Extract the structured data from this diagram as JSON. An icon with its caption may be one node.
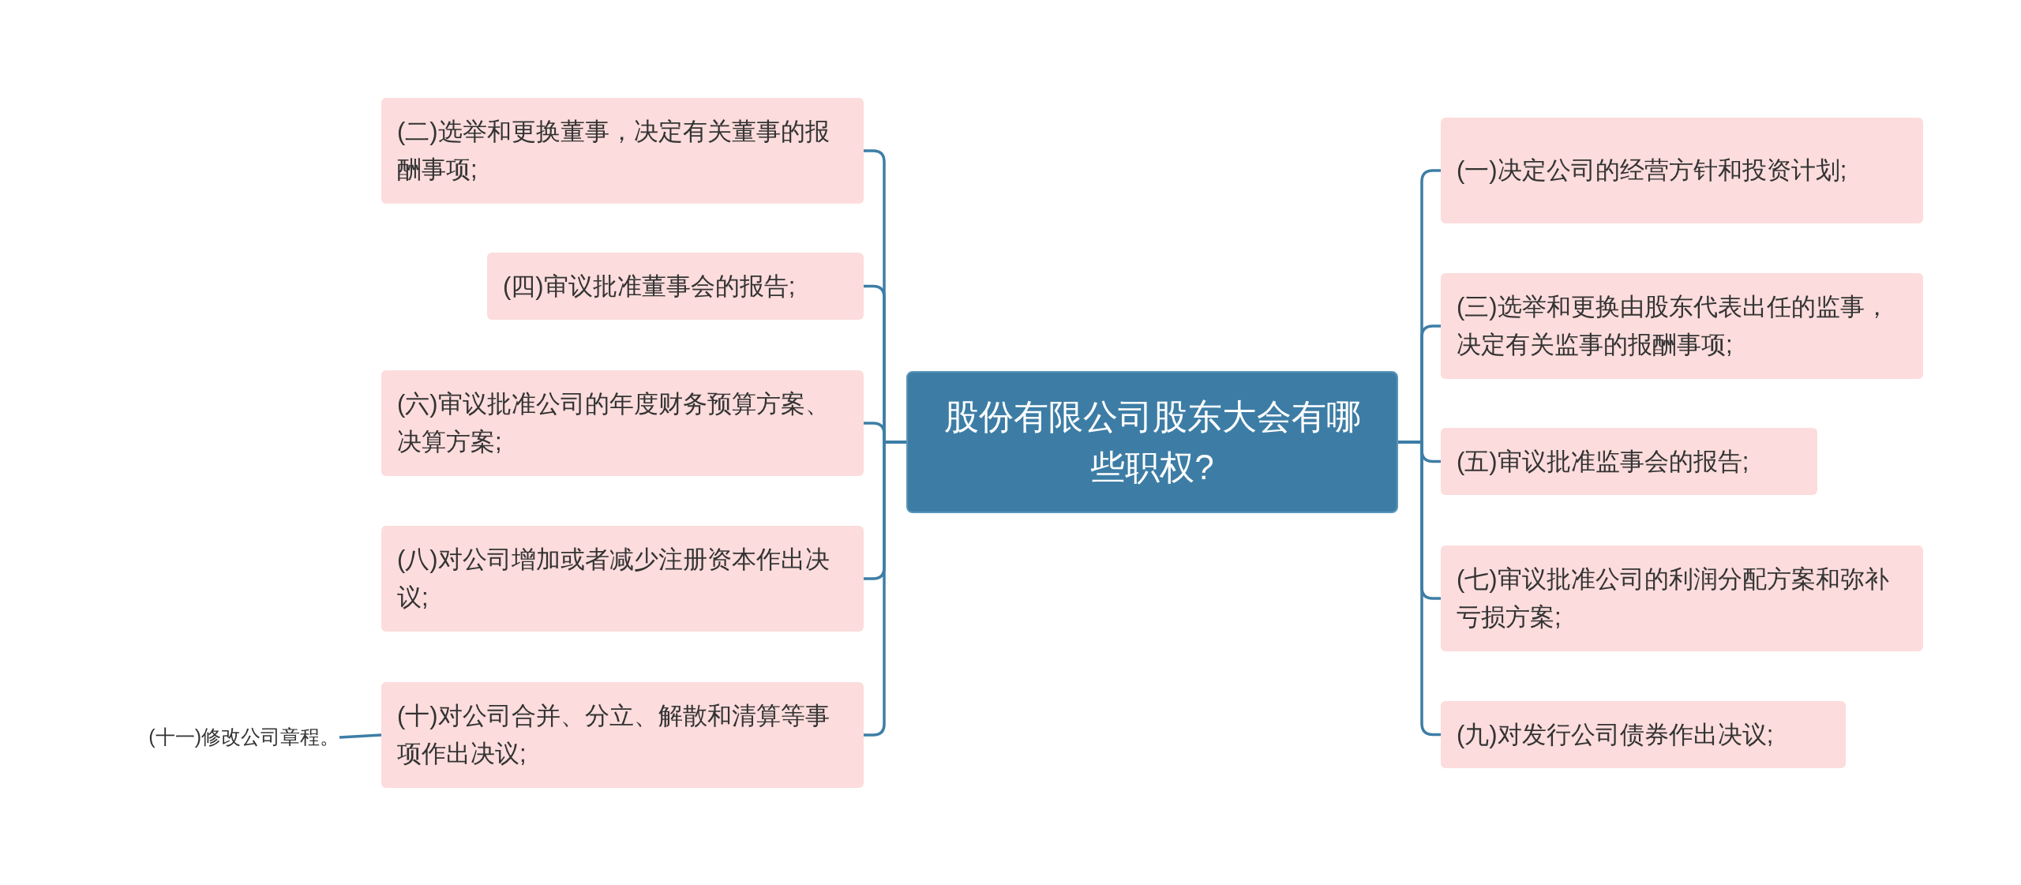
{
  "diagram": {
    "nodes": [
      {
        "text": [
          "股份有限公司股东大会有哪些职权?"
        ]
      },
      {
        "text": [
          "(二)选举和更换董事，决定有关董事的报酬事项;"
        ]
      },
      {
        "text": [
          "(四)审议批准董事会的报告;"
        ]
      },
      {
        "text": [
          "(六)审议批准公司的年度财务预算方案、决算方案;"
        ]
      },
      {
        "text": [
          "(八)对公司增加或者减少注册资本作出决议;"
        ]
      },
      {
        "text": [
          "(十)对公司合并、分立、解散和清算等事项作出决议;"
        ]
      },
      {
        "text": [
          "(一)决定公司的经营方针和投资计划;"
        ]
      },
      {
        "text": [
          "(三)选举和更换由股东代表出任的监事，决定有关监事的报酬事项;"
        ]
      },
      {
        "text": [
          "(五)审议批准监事会的报告;"
        ]
      },
      {
        "text": [
          "(七)审议批准公司的利润分配方案和弥补亏损方案;"
        ]
      },
      {
        "text": [
          "(九)对发行公司债券作出决议;"
        ]
      },
      {
        "text": [
          "(十一)修改公司章程。"
        ]
      }
    ],
    "edges": [
      {
        "from": 0,
        "to": 1,
        "arrow": "none"
      },
      {
        "from": 0,
        "to": 2,
        "arrow": "none"
      },
      {
        "from": 0,
        "to": 3,
        "arrow": "none"
      },
      {
        "from": 0,
        "to": 4,
        "arrow": "none"
      },
      {
        "from": 0,
        "to": 5,
        "arrow": "none"
      },
      {
        "from": 0,
        "to": 6,
        "arrow": "none"
      },
      {
        "from": 0,
        "to": 7,
        "arrow": "none"
      },
      {
        "from": 0,
        "to": 8,
        "arrow": "none"
      },
      {
        "from": 0,
        "to": 9,
        "arrow": "none"
      },
      {
        "from": 0,
        "to": 10,
        "arrow": "none"
      },
      {
        "from": 5,
        "to": 11,
        "arrow": "none"
      }
    ]
  }
}
